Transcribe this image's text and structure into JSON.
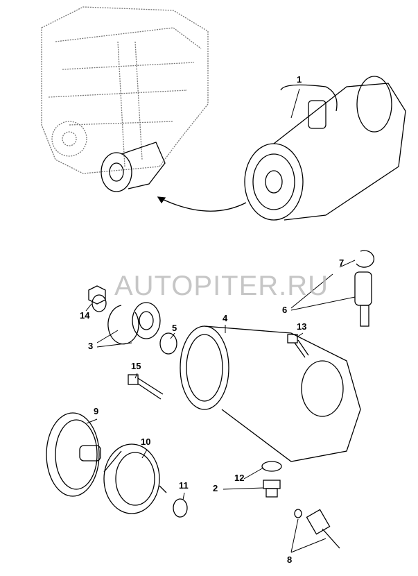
{
  "watermark": "AUTOPITER.RU",
  "callouts": [
    "1",
    "2",
    "3",
    "4",
    "5",
    "6",
    "7",
    "8",
    "9",
    "10",
    "11",
    "12",
    "13",
    "14",
    "15"
  ]
}
